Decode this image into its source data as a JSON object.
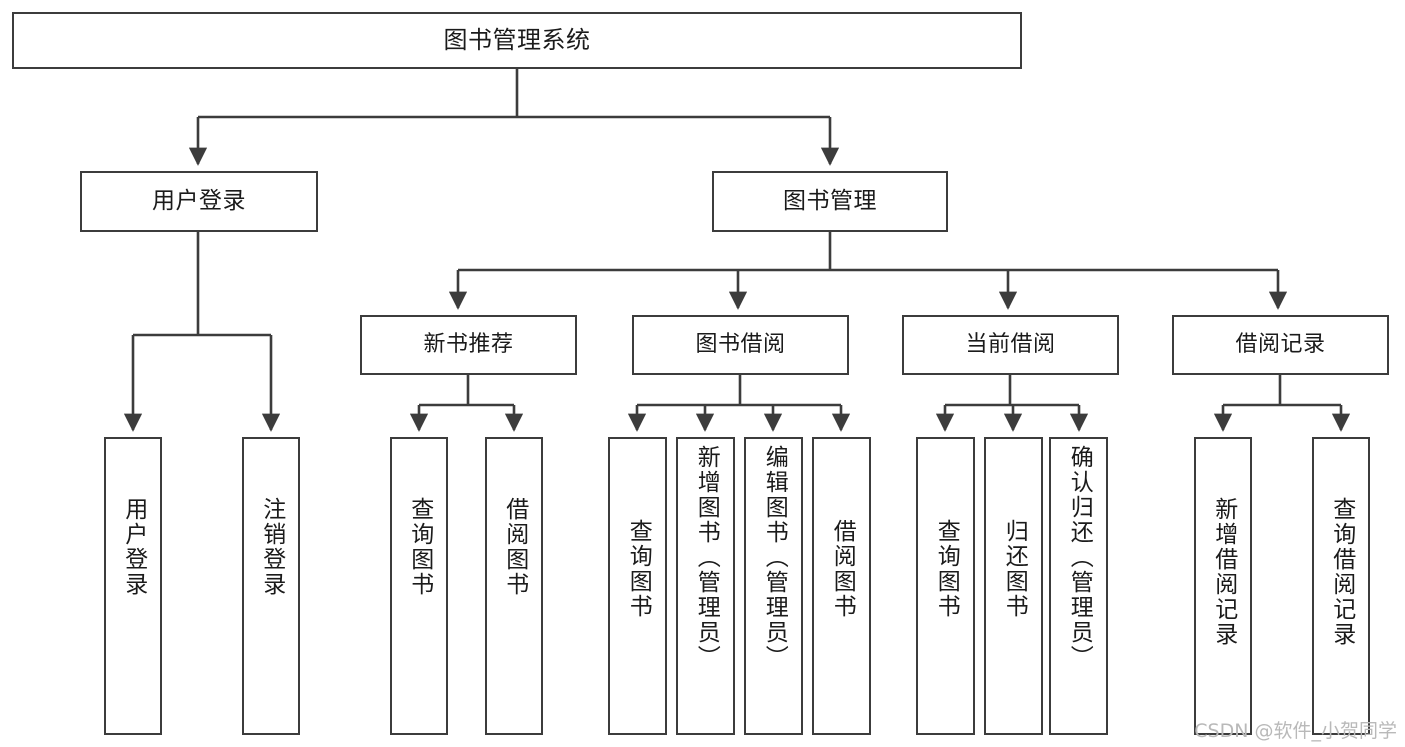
{
  "diagram": {
    "title": "图书管理系统",
    "watermark": "CSDN @软件_小贺同学",
    "colors": {
      "border": "#3c3c3c",
      "background": "#ffffff",
      "text": "#1b1b1b",
      "watermark": "#b9b9b9"
    },
    "root": {
      "label": "图书管理系统"
    },
    "level2": [
      {
        "label": "用户登录"
      },
      {
        "label": "图书管理"
      }
    ],
    "level3": [
      {
        "label": "新书推荐"
      },
      {
        "label": "图书借阅"
      },
      {
        "label": "当前借阅"
      },
      {
        "label": "借阅记录"
      }
    ],
    "leaves": {
      "user_login": [
        {
          "label": "用户登录"
        },
        {
          "label": "注销登录"
        }
      ],
      "new_book": [
        {
          "label": "查询图书"
        },
        {
          "label": "借阅图书"
        }
      ],
      "book_borrow": [
        {
          "label": "查询图书"
        },
        {
          "label": "新增图书（管理员）"
        },
        {
          "label": "编辑图书（管理员）"
        },
        {
          "label": "借阅图书"
        }
      ],
      "current_borrow": [
        {
          "label": "查询图书"
        },
        {
          "label": "归还图书"
        },
        {
          "label": "确认归还（管理员）"
        }
      ],
      "borrow_record": [
        {
          "label": "新增借阅记录"
        },
        {
          "label": "查询借阅记录"
        }
      ]
    }
  }
}
